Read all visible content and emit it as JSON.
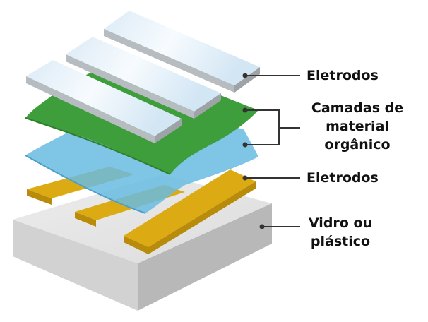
{
  "labels": {
    "top_electrodes": "Eletrodos",
    "organic_layers": [
      "Camadas de",
      "material",
      "orgânico"
    ],
    "bottom_electrodes": "Eletrodos",
    "substrate": [
      "Vidro ou",
      "plástico"
    ]
  },
  "colors": {
    "substrate_top": "#e4e4e4",
    "substrate_front": "#d2d2d2",
    "substrate_side": "#b8b8b8",
    "gold_top": "#dcab14",
    "gold_side": "#b88c0a",
    "blue_layer": "#69bbe0",
    "green_layer": "#3e9e3c",
    "electrode_glass_top": "#eaf3f9",
    "electrode_glass_edge": "#b7bcc0",
    "leader_line": "#333333"
  }
}
